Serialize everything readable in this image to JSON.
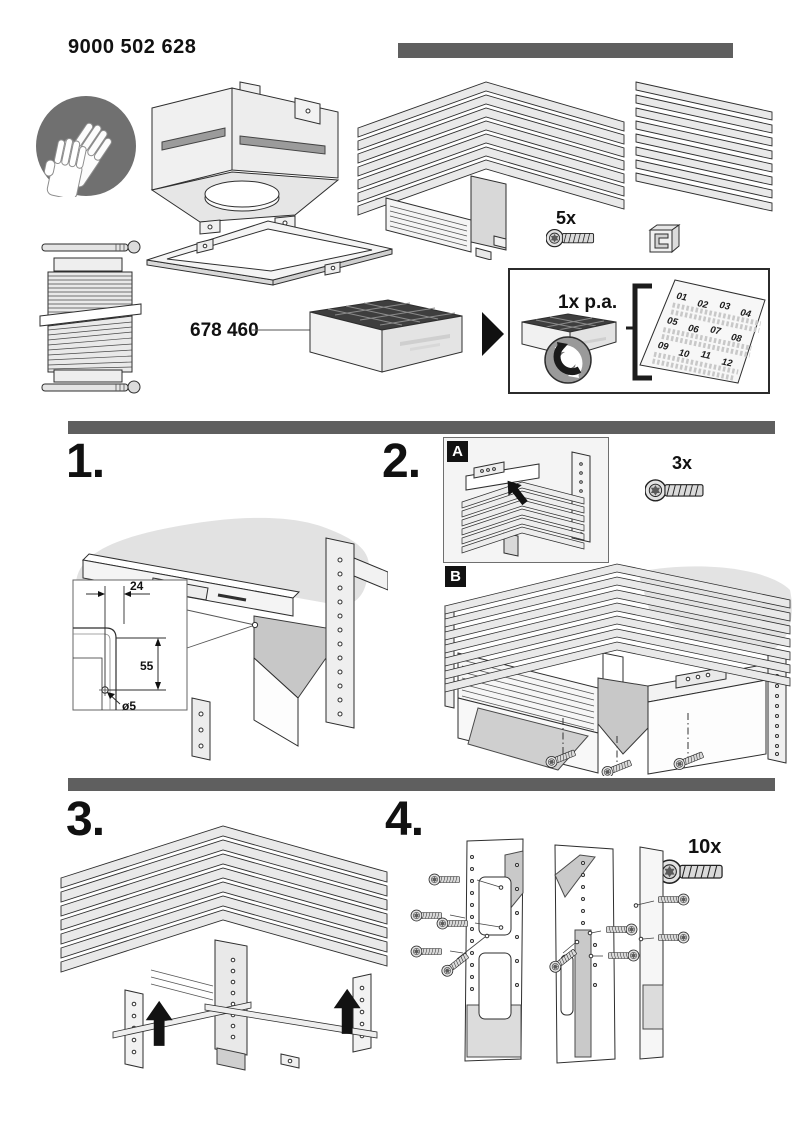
{
  "header": {
    "doc_number": "9000 502 628"
  },
  "overview": {
    "screw_qty": "5x",
    "filter_number": "678 460",
    "replacement_freq": "1x p.a.",
    "months": [
      "01",
      "02",
      "03",
      "04",
      "05",
      "06",
      "07",
      "08",
      "09",
      "10",
      "11",
      "12"
    ]
  },
  "steps": {
    "s1": {
      "label": "1.",
      "dim_width": "24",
      "dim_height": "55",
      "dim_hole": "ø5"
    },
    "s2": {
      "label": "2.",
      "tag_a": "A",
      "tag_b": "B",
      "screw_qty": "3x"
    },
    "s3": {
      "label": "3."
    },
    "s4": {
      "label": "4.",
      "screw_qty": "10x"
    }
  },
  "colors": {
    "divider_bar": "#5f5f5f",
    "glove_badge": "#707070",
    "outline": "#2e2e2e"
  }
}
